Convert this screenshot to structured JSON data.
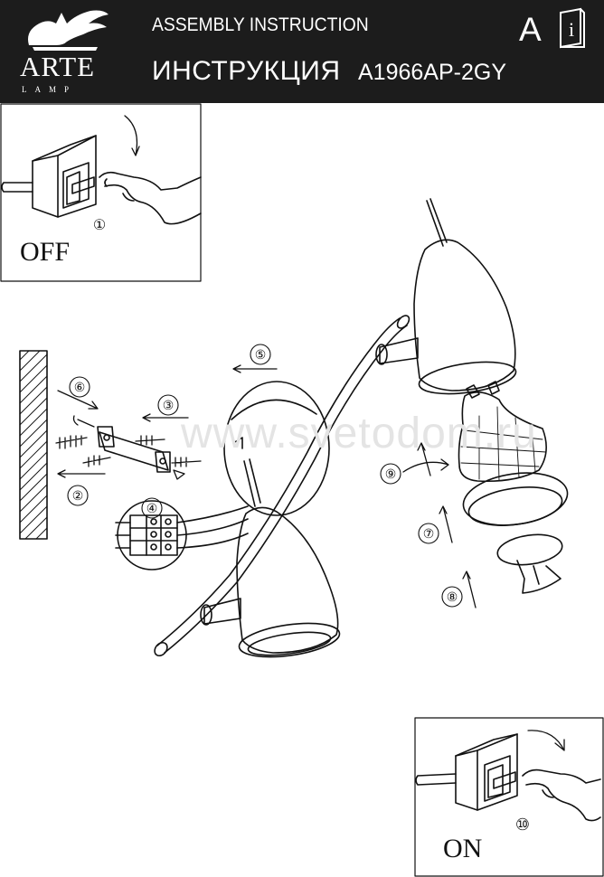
{
  "header": {
    "brand": "ARTE",
    "brand_sub": "LAMP",
    "title_en": "ASSEMBLY INSTRUCTION",
    "title_ru": "ИНСТРУКЦИЯ",
    "model": "A1966AP-2GY",
    "lang_letter": "A",
    "info_letter": "i"
  },
  "steps": {
    "s1": "①",
    "s2": "②",
    "s3": "③",
    "s4": "④",
    "s5": "⑤",
    "s6": "⑥",
    "s7": "⑦",
    "s8": "⑧",
    "s9": "⑨",
    "s10": "⑩"
  },
  "switch_off_label": "OFF",
  "switch_on_label": "ON",
  "watermark": "www.svetodom.ru",
  "colors": {
    "header_bg": "#1c1c1c",
    "ink": "#111111",
    "watermark": "#e4e4e4"
  }
}
